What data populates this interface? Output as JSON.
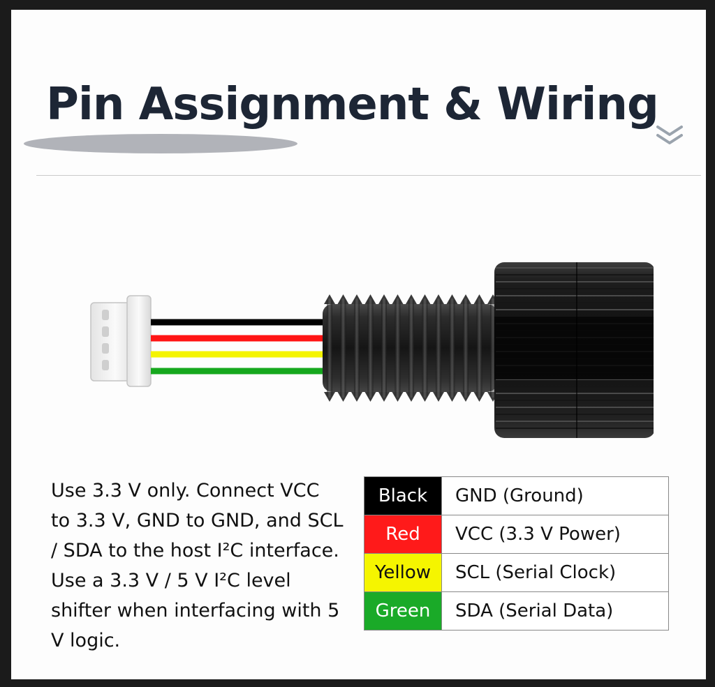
{
  "header": {
    "title": "Pin Assignment & Wiring",
    "chevron_icon": "double-chevron-down-icon"
  },
  "wires": [
    {
      "color": "#000000"
    },
    {
      "color": "#ff1414"
    },
    {
      "color": "#f4f400"
    },
    {
      "color": "#16a81e"
    }
  ],
  "description": "Use 3.3 V only. Connect VCC to 3.3 V, GND to GND, and SCL / SDA to the host I²C interface. Use a 3.3 V / 5 V I²C level shifter when interfacing with 5 V logic.",
  "pin_table": {
    "rows": [
      {
        "wire": "Black",
        "signal": "GND  (Ground)",
        "bg": "#000000",
        "fg": "#ffffff"
      },
      {
        "wire": "Red",
        "signal": "VCC  (3.3 V Power)",
        "bg": "#ff1a1a",
        "fg": "#ffffff"
      },
      {
        "wire": "Yellow",
        "signal": "SCL  (Serial Clock)",
        "bg": "#f5f500",
        "fg": "#111111"
      },
      {
        "wire": "Green",
        "signal": "SDA  (Serial Data)",
        "bg": "#1aaa28",
        "fg": "#ffffff"
      }
    ]
  }
}
